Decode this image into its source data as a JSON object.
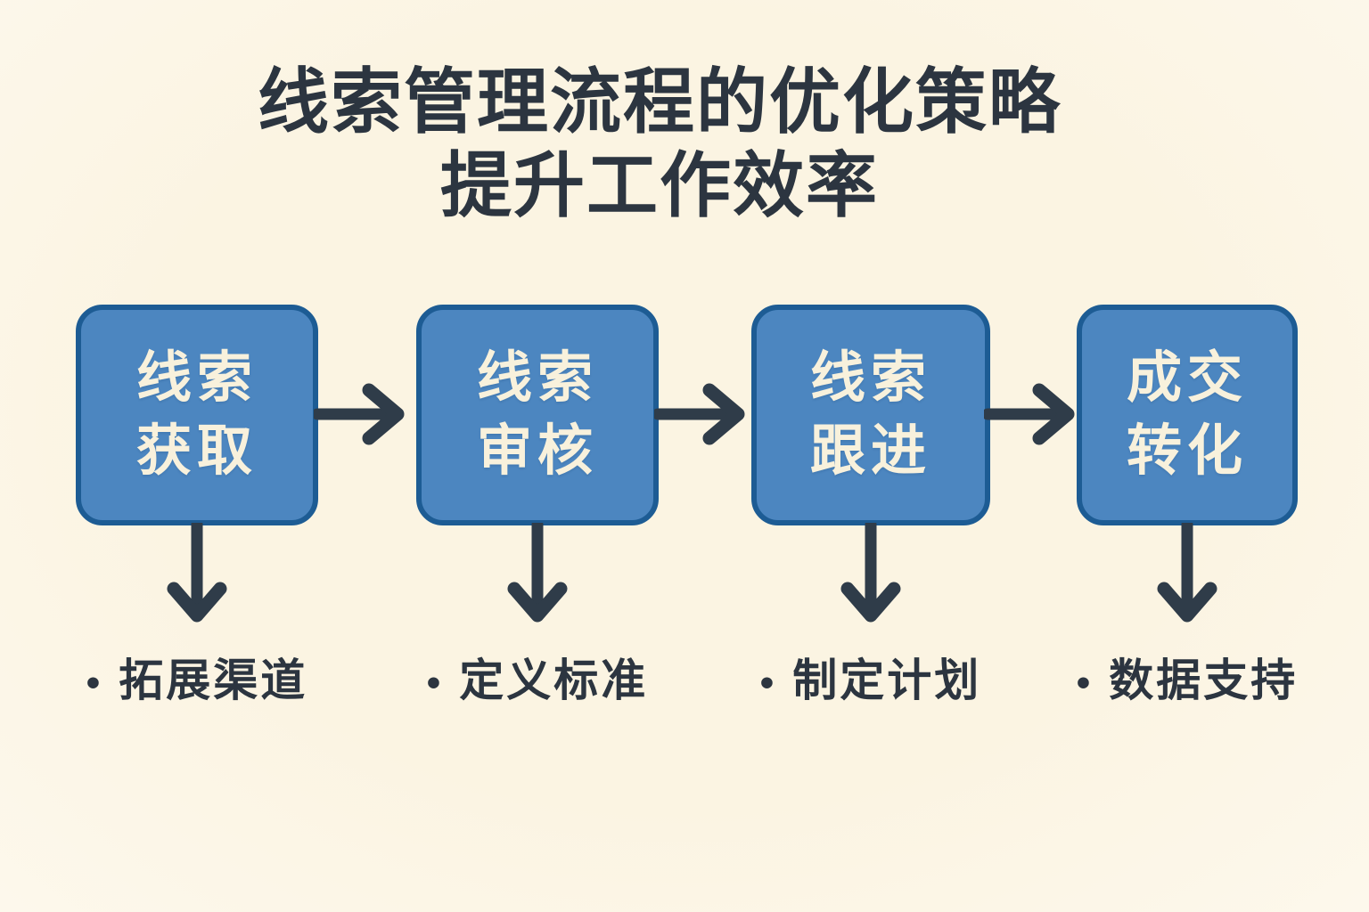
{
  "title": {
    "line1": "线索管理流程的优化策略",
    "line2": "提升工作效率"
  },
  "flow": {
    "bullet_marker": "•",
    "steps": [
      {
        "line1": "线索",
        "line2": "获取",
        "note": "拓展渠道"
      },
      {
        "line1": "线索",
        "line2": "审核",
        "note": "定义标准"
      },
      {
        "line1": "线索",
        "line2": "跟进",
        "note": "制定计划"
      },
      {
        "line1": "成交",
        "line2": "转化",
        "note": "数据支持"
      }
    ]
  },
  "colors": {
    "background": "#FBF4E2",
    "box-fill": "#4C86C0",
    "box-border": "#1D5C94",
    "box-text": "#F8F1DC",
    "arrow": "#2F3C49",
    "text": "#2C3540"
  }
}
